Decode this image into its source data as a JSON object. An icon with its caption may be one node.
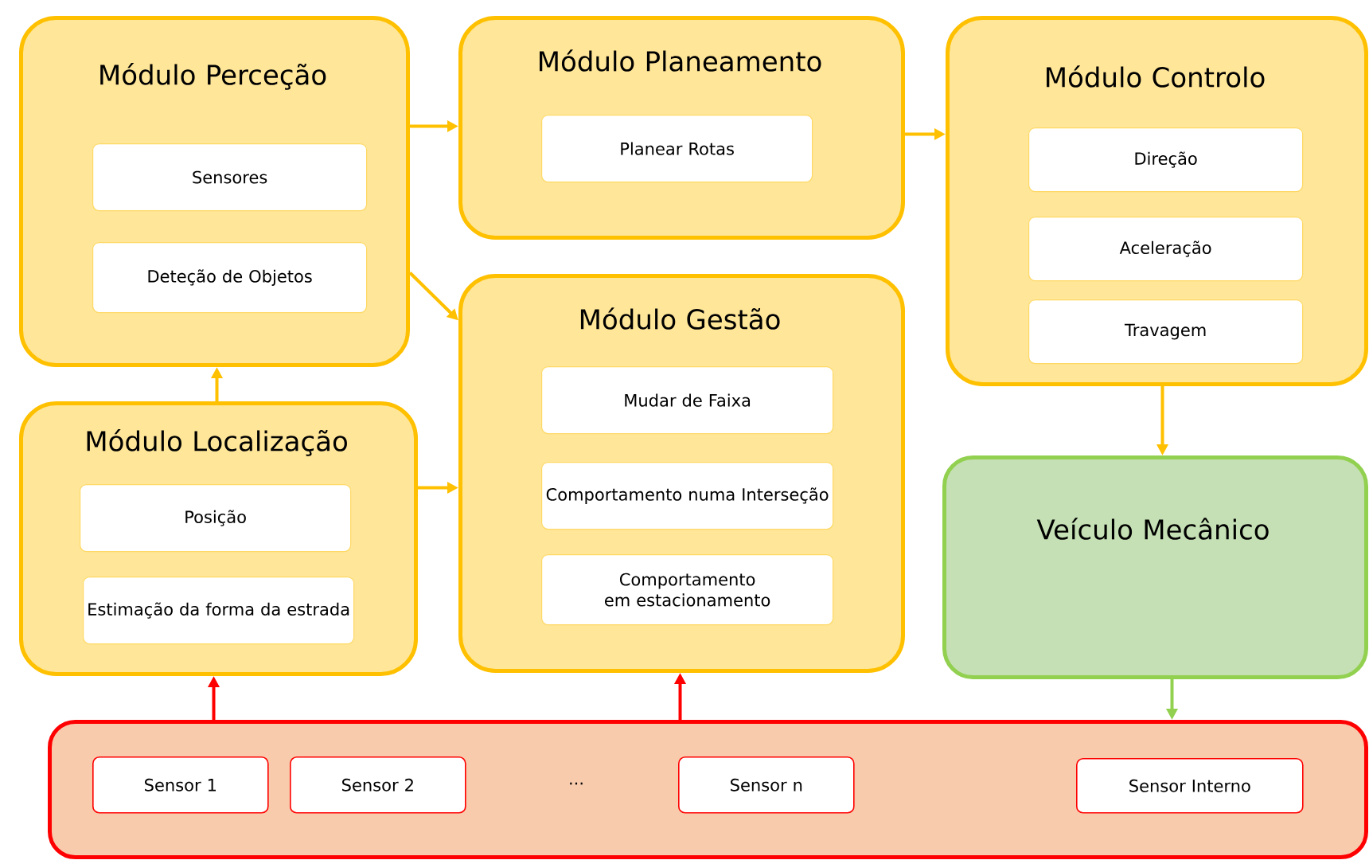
{
  "diagram": {
    "nodes": [
      {
        "text": [
          "Módulo Perceção"
        ]
      },
      {
        "text": [
          "Sensores"
        ],
        "in": 0
      },
      {
        "text": [
          "Deteção de Objetos"
        ],
        "in": 0
      },
      {
        "text": [
          "Módulo Planeamento"
        ]
      },
      {
        "text": [
          "Planear Rotas"
        ],
        "in": 3
      },
      {
        "text": [
          "Módulo Controlo"
        ]
      },
      {
        "text": [
          "Direção"
        ],
        "in": 5
      },
      {
        "text": [
          "Aceleração"
        ],
        "in": 5
      },
      {
        "text": [
          "Travagem"
        ],
        "in": 5
      },
      {
        "text": [
          "Módulo Localização"
        ]
      },
      {
        "text": [
          "Posição"
        ],
        "in": 9
      },
      {
        "text": [
          "Estimação da forma da estrada"
        ],
        "in": 9
      },
      {
        "text": [
          "Módulo Gestão"
        ]
      },
      {
        "text": [
          "Mudar de Faixa"
        ],
        "in": 12
      },
      {
        "text": [
          "Comportamento numa Interseção"
        ],
        "in": 12
      },
      {
        "text": [
          "Comportamento em estacionamento"
        ],
        "in": 12
      },
      {
        "text": [
          "Veículo Mecânico"
        ]
      },
      {
        "text": [],
        "shape": "box"
      },
      {
        "text": [
          "Sensor 1"
        ],
        "in": 17
      },
      {
        "text": [
          "Sensor 2"
        ],
        "in": 17
      },
      {
        "text": [
          "Sensor n"
        ],
        "in": 17
      },
      {
        "text": [
          "Sensor Interno"
        ],
        "in": 17
      }
    ],
    "edges": [
      {
        "from": 0,
        "to": 3,
        "arrow": "to"
      },
      {
        "from": 0,
        "to": 12,
        "arrow": "to"
      },
      {
        "from": 3,
        "to": 5,
        "arrow": "to"
      },
      {
        "from": 9,
        "to": 0,
        "arrow": "to"
      },
      {
        "from": 9,
        "to": 12,
        "arrow": "to"
      },
      {
        "from": 5,
        "to": 16,
        "arrow": "to"
      },
      {
        "from": 16,
        "to": 17,
        "arrow": "to",
        "color": "#92d050"
      },
      {
        "from": 17,
        "to": 9,
        "arrow": "to",
        "color": "#ff0000"
      },
      {
        "from": 17,
        "to": 12,
        "arrow": "to",
        "color": "#ff0000"
      }
    ],
    "labels": [
      "..."
    ]
  }
}
